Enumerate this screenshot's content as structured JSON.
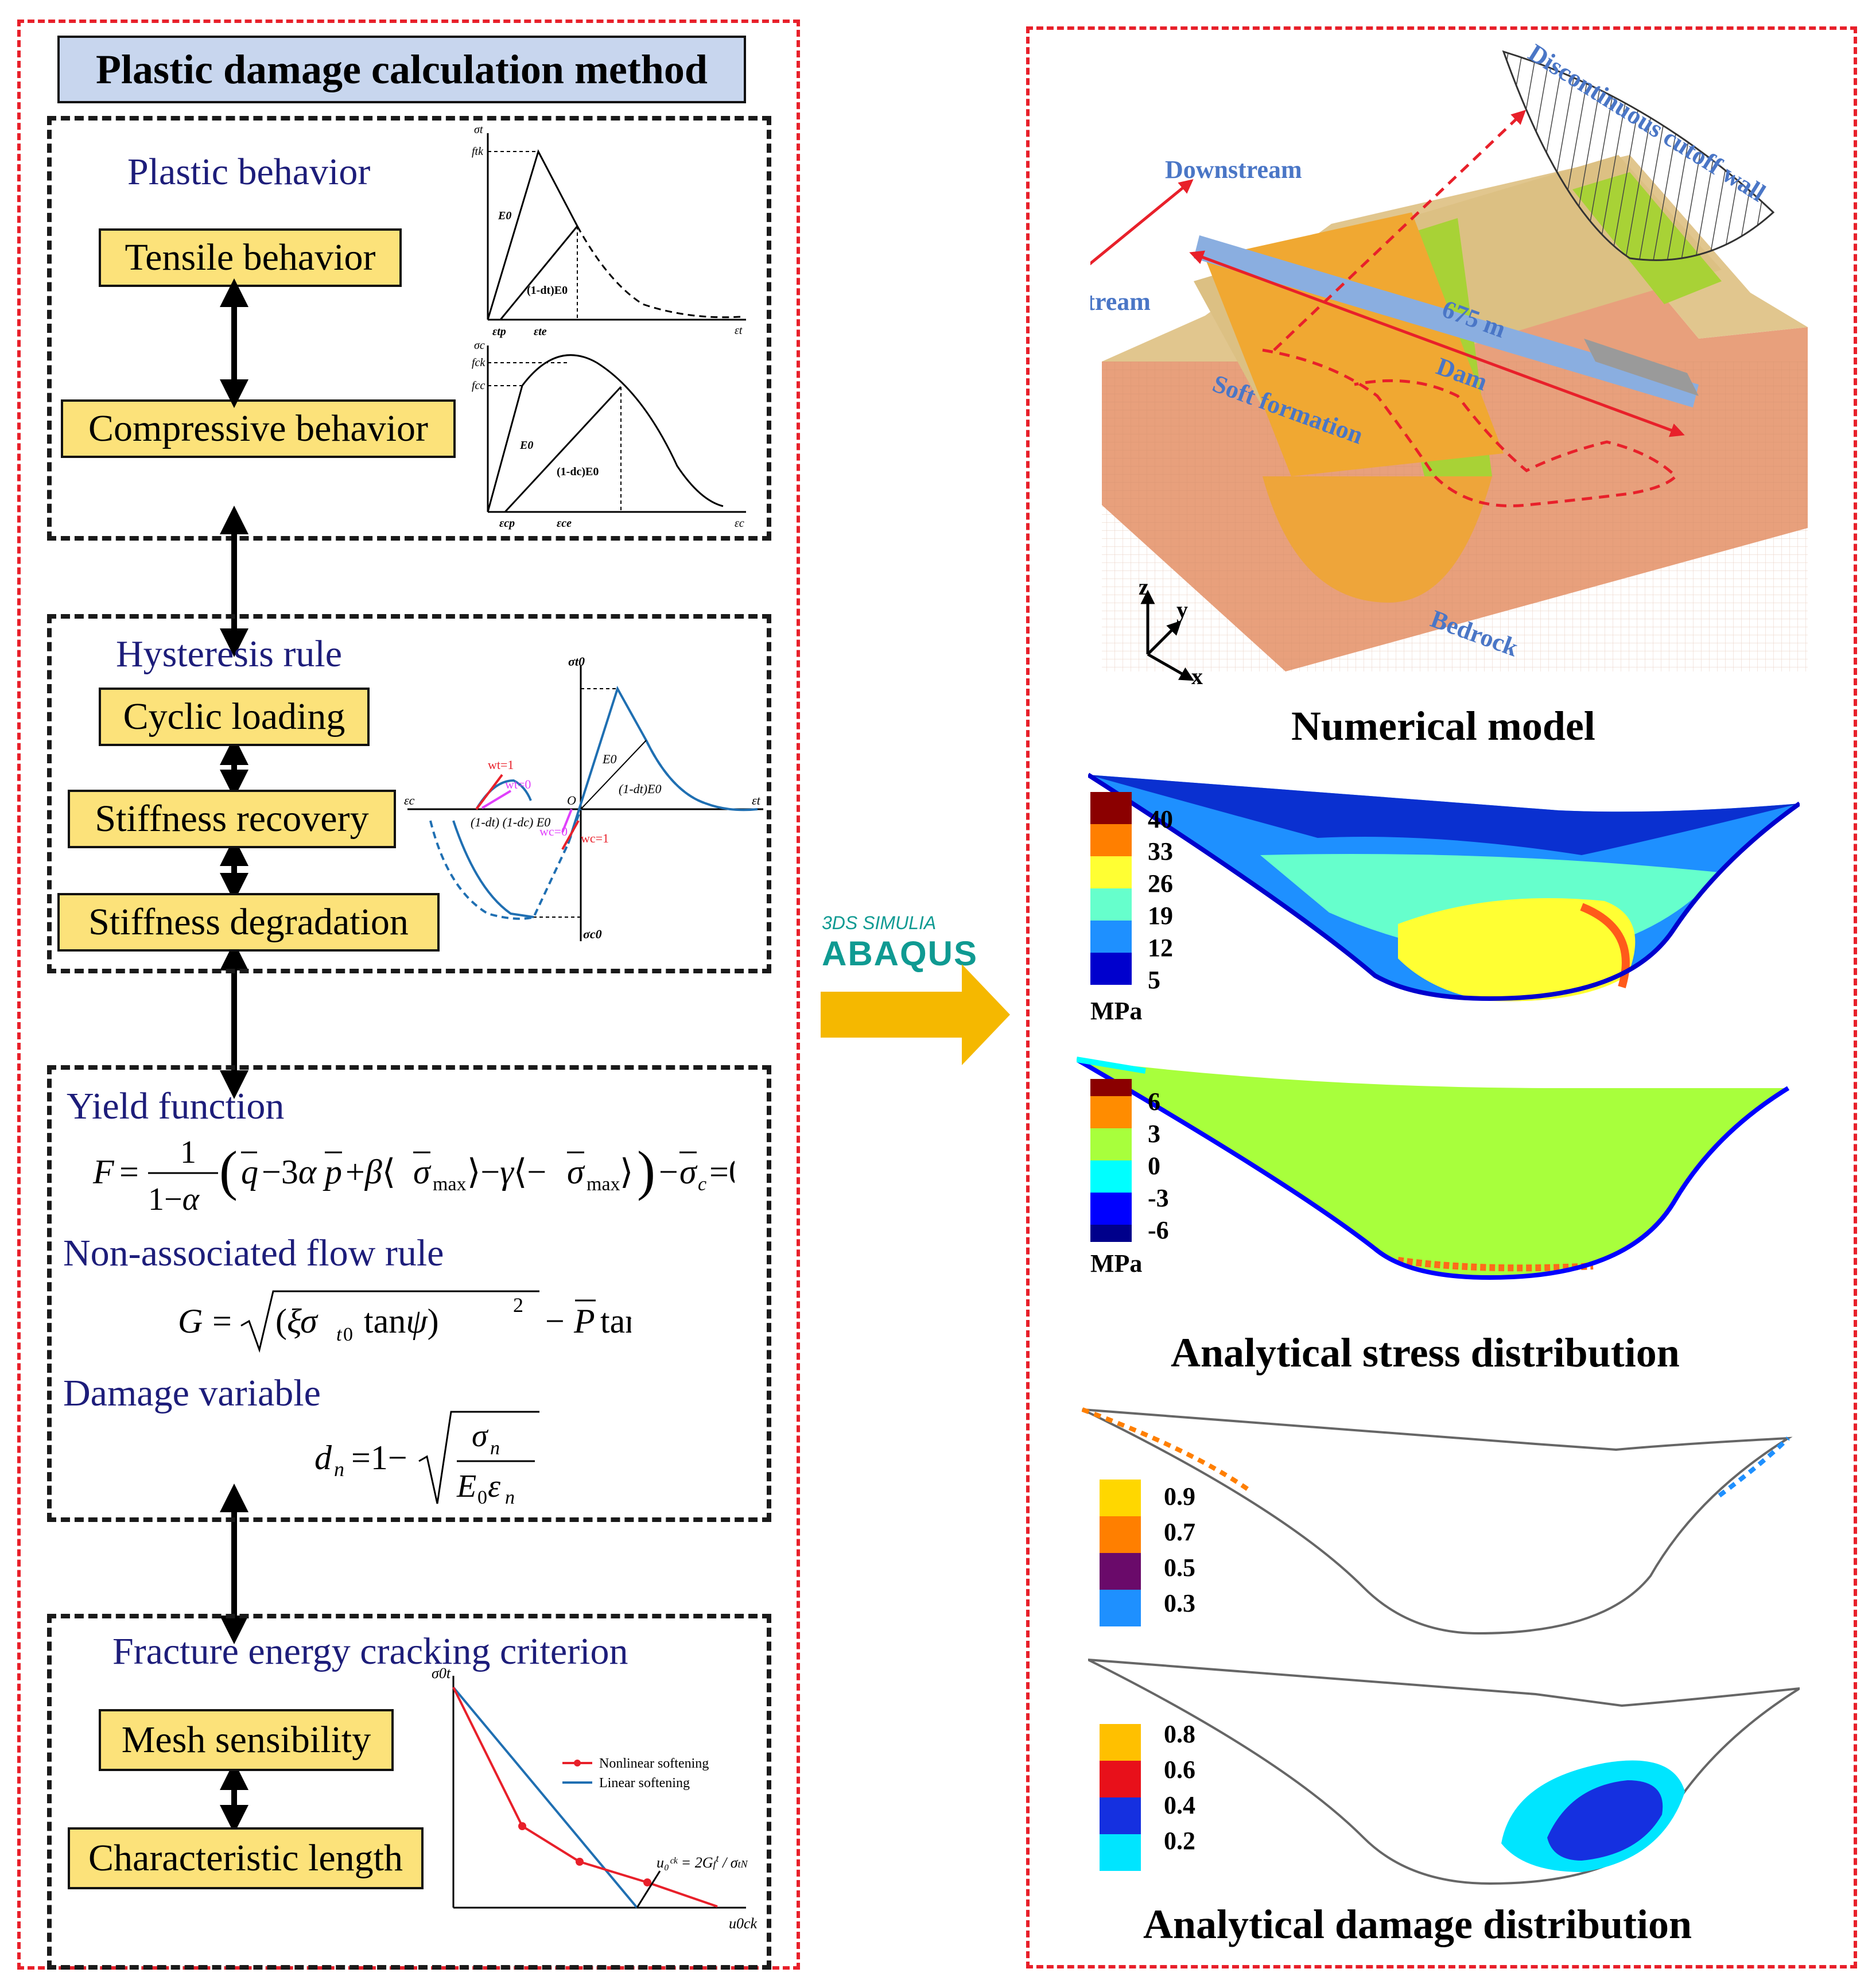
{
  "left": {
    "title": "Plastic damage calculation method",
    "plastic": {
      "heading": "Plastic behavior",
      "tensile": "Tensile behavior",
      "compressive": "Compressive behavior",
      "tension_plot": {
        "y": "σt",
        "peak": "ftk",
        "x": "εt",
        "slope1": "E0",
        "slope2": "(1-dt)E0",
        "xp": "εtp",
        "xe": "εte"
      },
      "compression_plot": {
        "y": "σc",
        "peak": "fck",
        "level": "fcc",
        "x": "εc",
        "slope1": "E0",
        "slope2": "(1-dc)E0",
        "xp": "εcp",
        "xe": "εce"
      }
    },
    "hysteresis": {
      "heading": "Hysteresis rule",
      "cyclic": "Cyclic loading",
      "recovery": "Stiffness recovery",
      "degradation": "Stiffness degradation",
      "plot": {
        "wt1": "wt=1",
        "wt0": "wt=0",
        "wc0": "wc=0",
        "wc1": "wc=1",
        "origin": "O",
        "et": "εt",
        "ec": "εc",
        "st": "σt0",
        "sc": "σc0",
        "E0": "E0",
        "dtE0": "(1-dt)E0",
        "dcE0": "(1-dt) (1-dc) E0"
      }
    },
    "yield": {
      "heading": "Yield function",
      "flow_heading": "Non-associated flow rule",
      "damage_heading": "Damage variable"
    },
    "fracture": {
      "heading": "Fracture energy  cracking criterion",
      "mesh": "Mesh sensibility",
      "length": "Characteristic length",
      "legend_nonlinear": "Nonlinear softening",
      "legend_linear": "Linear softening",
      "y_axis": "σ0t",
      "x_axis": "u0ck"
    }
  },
  "logo": {
    "brand": "3DS SIMULIA",
    "product": "ABAQUS"
  },
  "right": {
    "model": {
      "downstream": "Downstream",
      "upstream": "Upstream",
      "cutoff": "Discontinuous cutoff wall",
      "length": "675 m",
      "dam": "Dam",
      "soft": "Soft formation",
      "bedrock": "Bedrock",
      "axes": [
        "z",
        "y",
        "x"
      ],
      "caption": "Numerical model"
    },
    "stress": {
      "legend1": {
        "values": [
          "40",
          "33",
          "26",
          "19",
          "12",
          "5"
        ],
        "unit": "MPa",
        "colors": [
          "#8b0000",
          "#ff7f00",
          "#ffff33",
          "#66ffcc",
          "#1e90ff",
          "#0000cd"
        ]
      },
      "legend2": {
        "values": [
          "6",
          "3",
          "0",
          "-3",
          "-6"
        ],
        "unit": "MPa",
        "colors": [
          "#8b0000",
          "#ff8c00",
          "#a8ff3c",
          "#00ffff",
          "#0000ff",
          "#00008b"
        ]
      },
      "caption": "Analytical stress distribution"
    },
    "damage": {
      "legend1": {
        "values": [
          "0.9",
          "0.7",
          "0.5",
          "0.3"
        ],
        "colors": [
          "#ffd700",
          "#ff7f00",
          "#6a0a6a",
          "#1e90ff"
        ]
      },
      "legend2": {
        "values": [
          "0.8",
          "0.6",
          "0.4",
          "0.2"
        ],
        "colors": [
          "#ffc000",
          "#e8101a",
          "#1530e0",
          "#00e5ff"
        ]
      },
      "caption": "Analytical damage distribution"
    }
  },
  "colors": {
    "red_dash": "#e8202a",
    "yellow_box": "#fce27a",
    "title_bar": "#c8d6ee",
    "label_blue": "#4a76c6",
    "arrow_gold": "#f5b800"
  }
}
